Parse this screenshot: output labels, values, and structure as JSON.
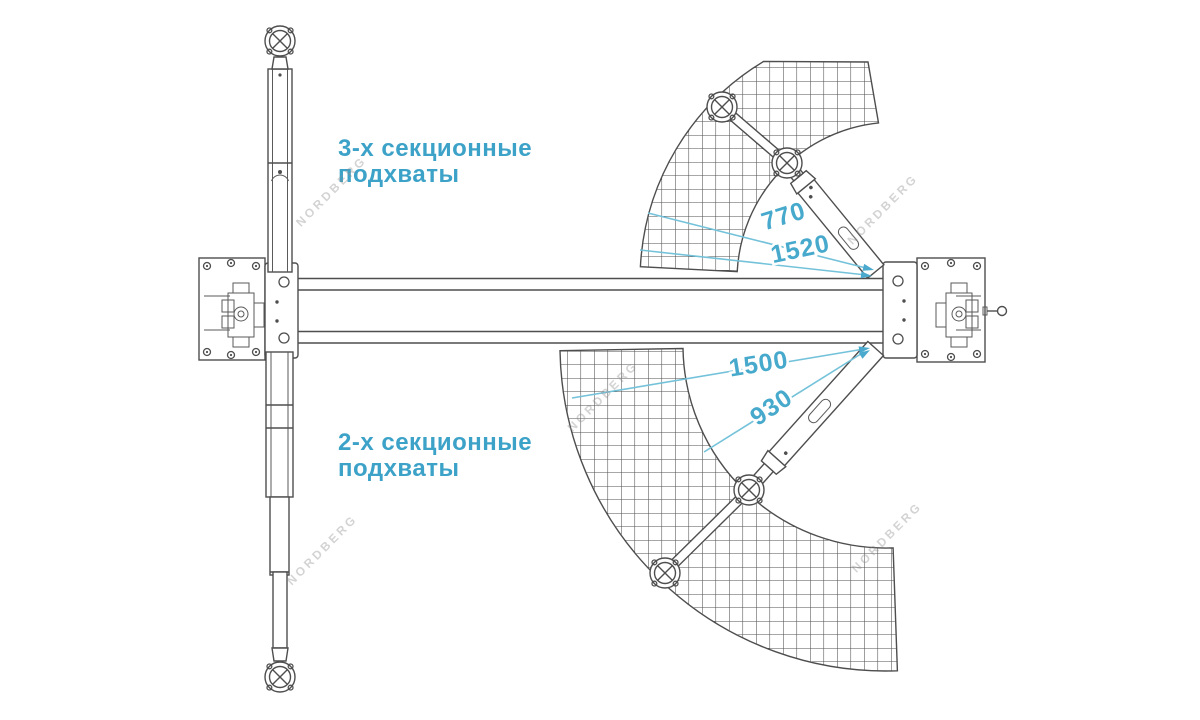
{
  "diagram": {
    "annotations": {
      "three_section_line1": "3-х секционные",
      "three_section_line2": "подхваты",
      "two_section_line1": "2-х секционные",
      "two_section_line2": "подхваты"
    },
    "dimensions_mm": {
      "arm3_min": "770",
      "arm3_max": "1520",
      "arm2_max": "1500",
      "arm2_min": "930"
    },
    "watermark_text": "NORDBERG",
    "colors": {
      "annotation_text": "#3da2c8",
      "dimension_text": "#47a9cb",
      "dimension_line": "#74c2da",
      "linework": "#4e4e4e",
      "background": "#ffffff"
    }
  }
}
